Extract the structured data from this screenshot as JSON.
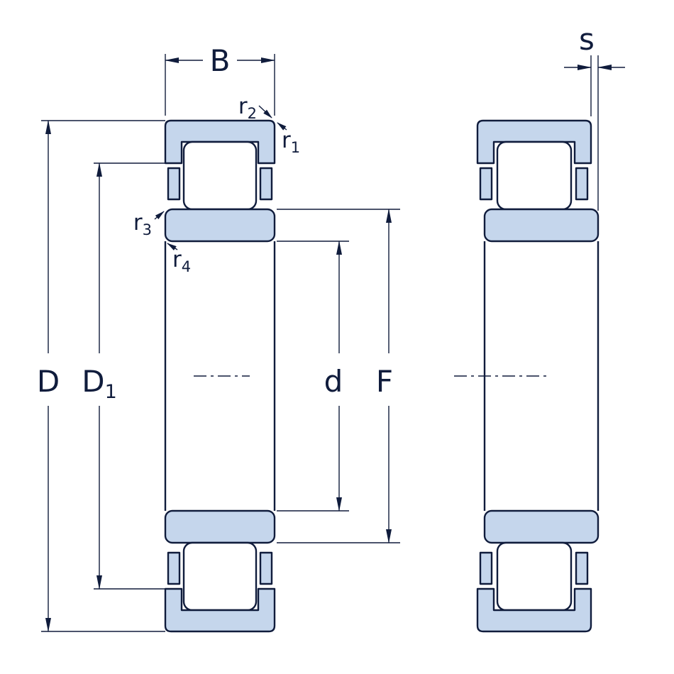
{
  "colors": {
    "line": "#101c3c",
    "fill": "#c5d6ec",
    "roller": "#ffffff",
    "background": "#ffffff"
  },
  "labels": {
    "B": "B",
    "s": "s",
    "D": "D",
    "d": "d",
    "F": "F",
    "D1": {
      "base": "D",
      "sub": "1"
    },
    "r1": {
      "base": "r",
      "sub": "1"
    },
    "r2": {
      "base": "r",
      "sub": "2"
    },
    "r3": {
      "base": "r",
      "sub": "3"
    },
    "r4": {
      "base": "r",
      "sub": "4"
    }
  }
}
